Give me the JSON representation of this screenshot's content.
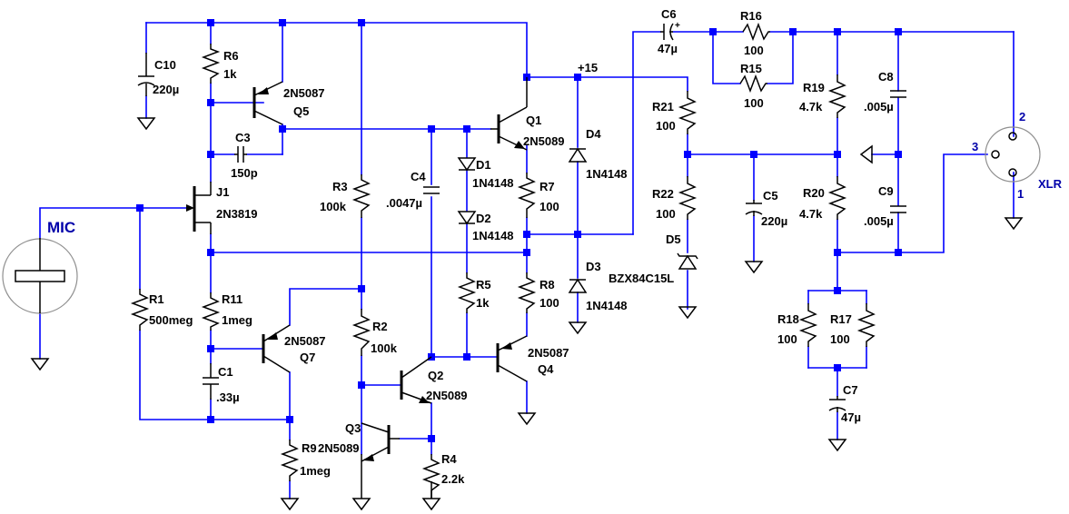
{
  "labels": {
    "R6": "R6",
    "R6v": "1k",
    "C10": "C10",
    "C10v": "220µ",
    "Q5": "Q5",
    "Q5v": "2N5087",
    "C3": "C3",
    "C3v": "150p",
    "J1": "J1",
    "J1v": "2N3819",
    "R3": "R3",
    "R3v": "100k",
    "C4": "C4",
    "C4v": ".0047µ",
    "D1": "D1",
    "D1v": "1N4148",
    "D2": "D2",
    "D2v": "1N4148",
    "Q1": "Q1",
    "Q1v": "2N5089",
    "R7": "R7",
    "R7v": "100",
    "D4": "D4",
    "D4v": "1N4148",
    "D3": "D3",
    "D3v": "1N4148",
    "R5": "R5",
    "R5v": "1k",
    "R8": "R8",
    "R8v": "100",
    "Q4": "Q4",
    "Q4v": "2N5087",
    "R1": "R1",
    "R1v": "500meg",
    "R11": "R11",
    "R11v": "1meg",
    "Q7": "Q7",
    "Q7v": "2N5087",
    "C1": "C1",
    "C1v": ".33µ",
    "R9": "R9",
    "R9v": "1meg",
    "R2": "R2",
    "R2v": "100k",
    "Q2": "Q2",
    "Q2v": "2N5089",
    "Q3": "Q3",
    "Q3v": "2N5089",
    "R4": "R4",
    "R4v": "2.2k",
    "C6": "C6",
    "C6v": "47µ",
    "R16": "R16",
    "R16v": "100",
    "R15": "R15",
    "R15v": "100",
    "R21": "R21",
    "R21v": "100",
    "R22": "R22",
    "R22v": "100",
    "D5": "D5",
    "D5v": "BZX84C15L",
    "C5": "C5",
    "C5v": "220µ",
    "R19": "R19",
    "R19v": "4.7k",
    "R20": "R20",
    "R20v": "4.7k",
    "C8": "C8",
    "C8v": ".005µ",
    "C9": "C9",
    "C9v": ".005µ",
    "R18": "R18",
    "R18v": "100",
    "R17": "R17",
    "R17v": "100",
    "C7": "C7",
    "C7v": "47µ",
    "plus15": "+15",
    "mic": "MIC",
    "xlr": "XLR",
    "pin1": "1",
    "pin2": "2",
    "pin3": "3",
    "plus": "+"
  },
  "colors": {
    "wire": "#0000ff",
    "component": "#000000",
    "label_blue": "#0000aa",
    "symbol_gray": "#909090"
  }
}
